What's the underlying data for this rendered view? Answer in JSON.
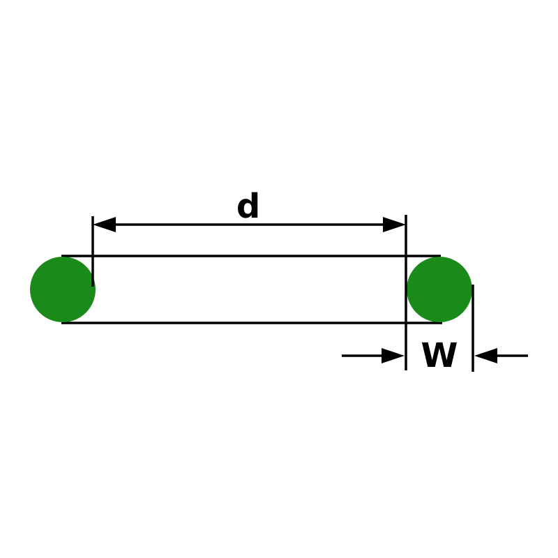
{
  "diagram": {
    "type": "o-ring-dimension-diagram",
    "labels": {
      "inner_diameter": "d",
      "cross_section_width": "W"
    },
    "colors": {
      "oring_green": "#1a8a1a",
      "line_black": "#000000",
      "background": "#ffffff"
    }
  }
}
